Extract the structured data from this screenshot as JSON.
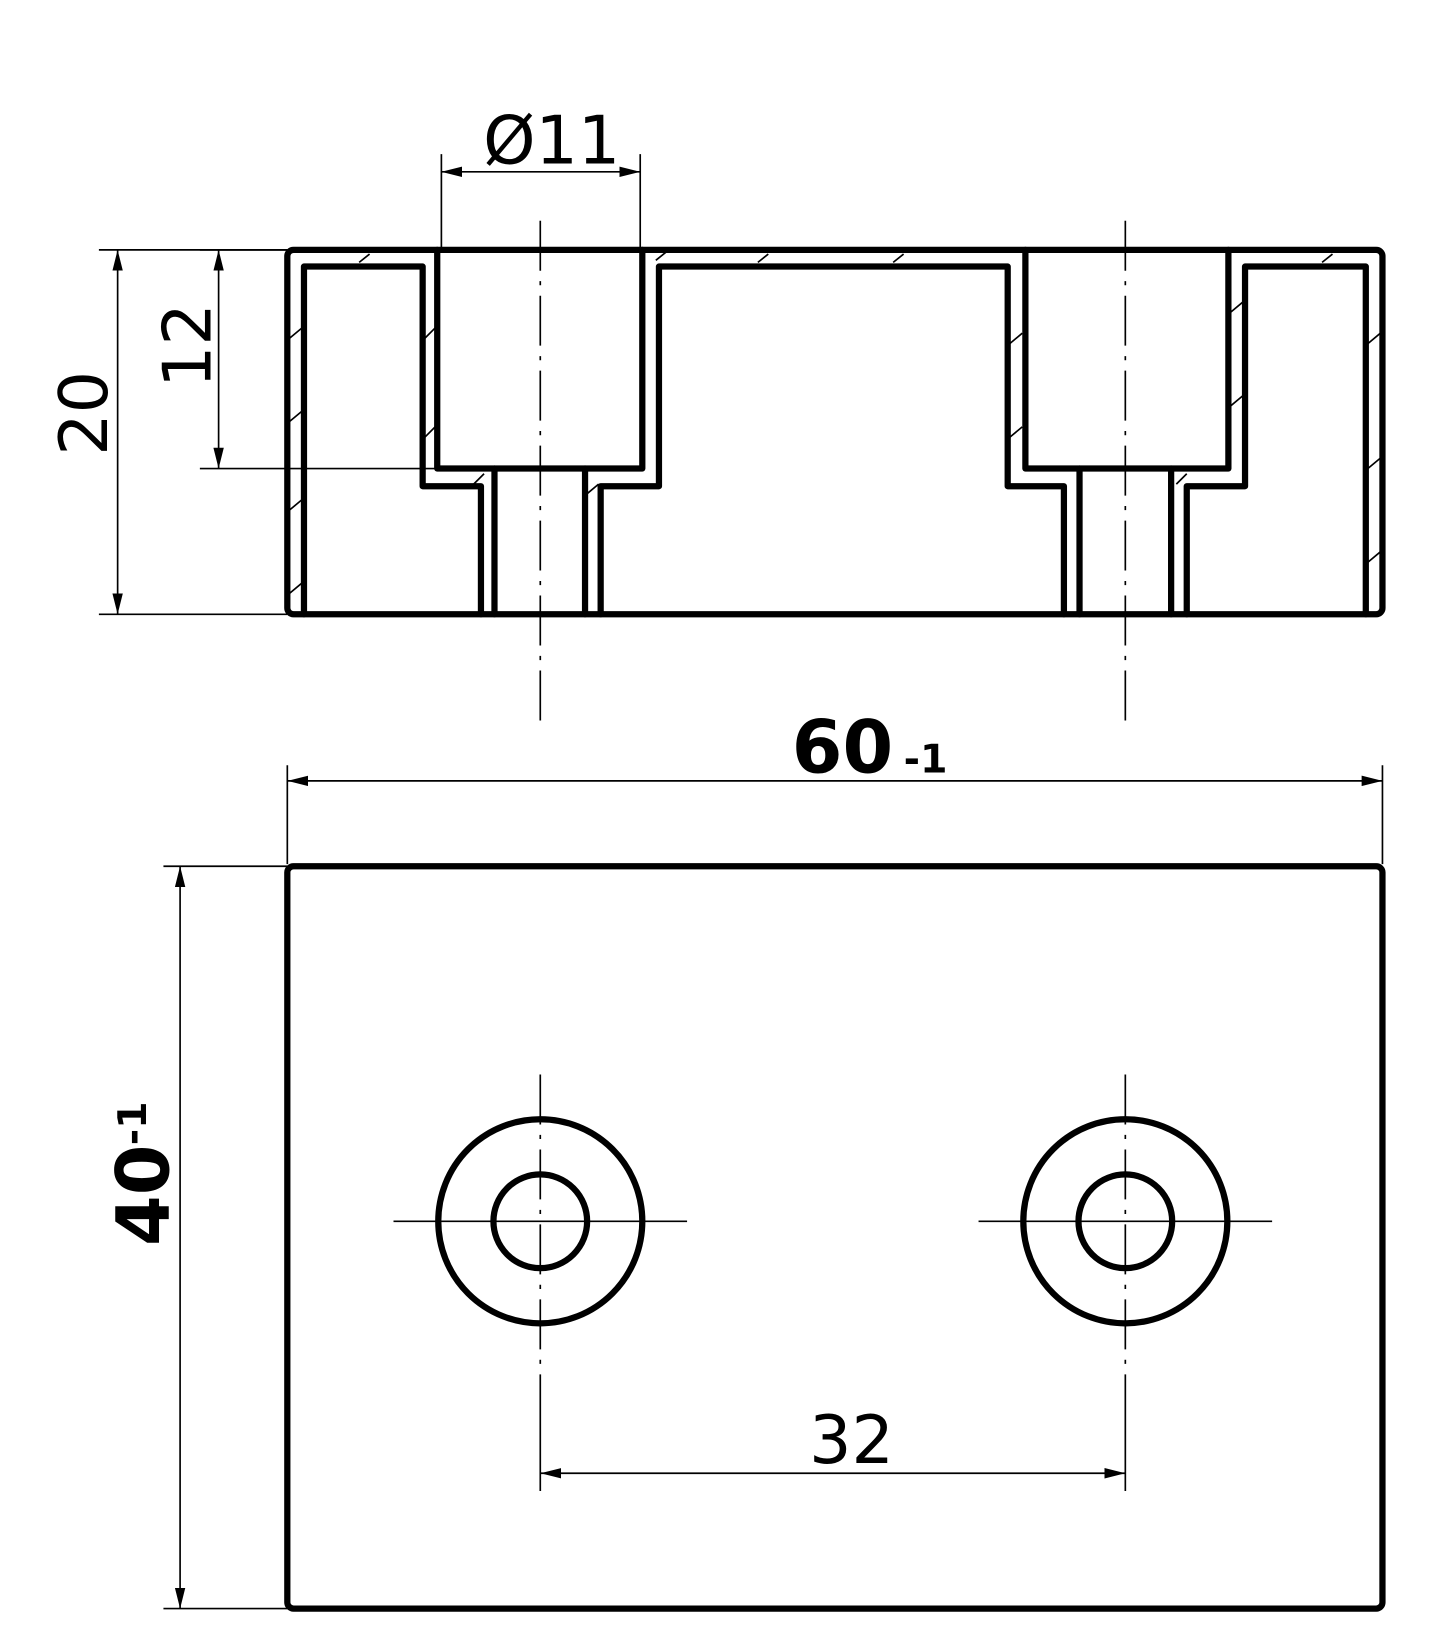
{
  "colors": {
    "line": "#000000",
    "background": "#ffffff"
  },
  "section_view": {
    "dim_hole_diameter": "Ø11",
    "dim_total_height": "20",
    "dim_counterbore_depth": "12"
  },
  "top_view": {
    "dim_length": "60",
    "dim_length_tolerance": "-1",
    "dim_width": "40",
    "dim_width_tolerance": "-1",
    "dim_hole_spacing": "32"
  }
}
